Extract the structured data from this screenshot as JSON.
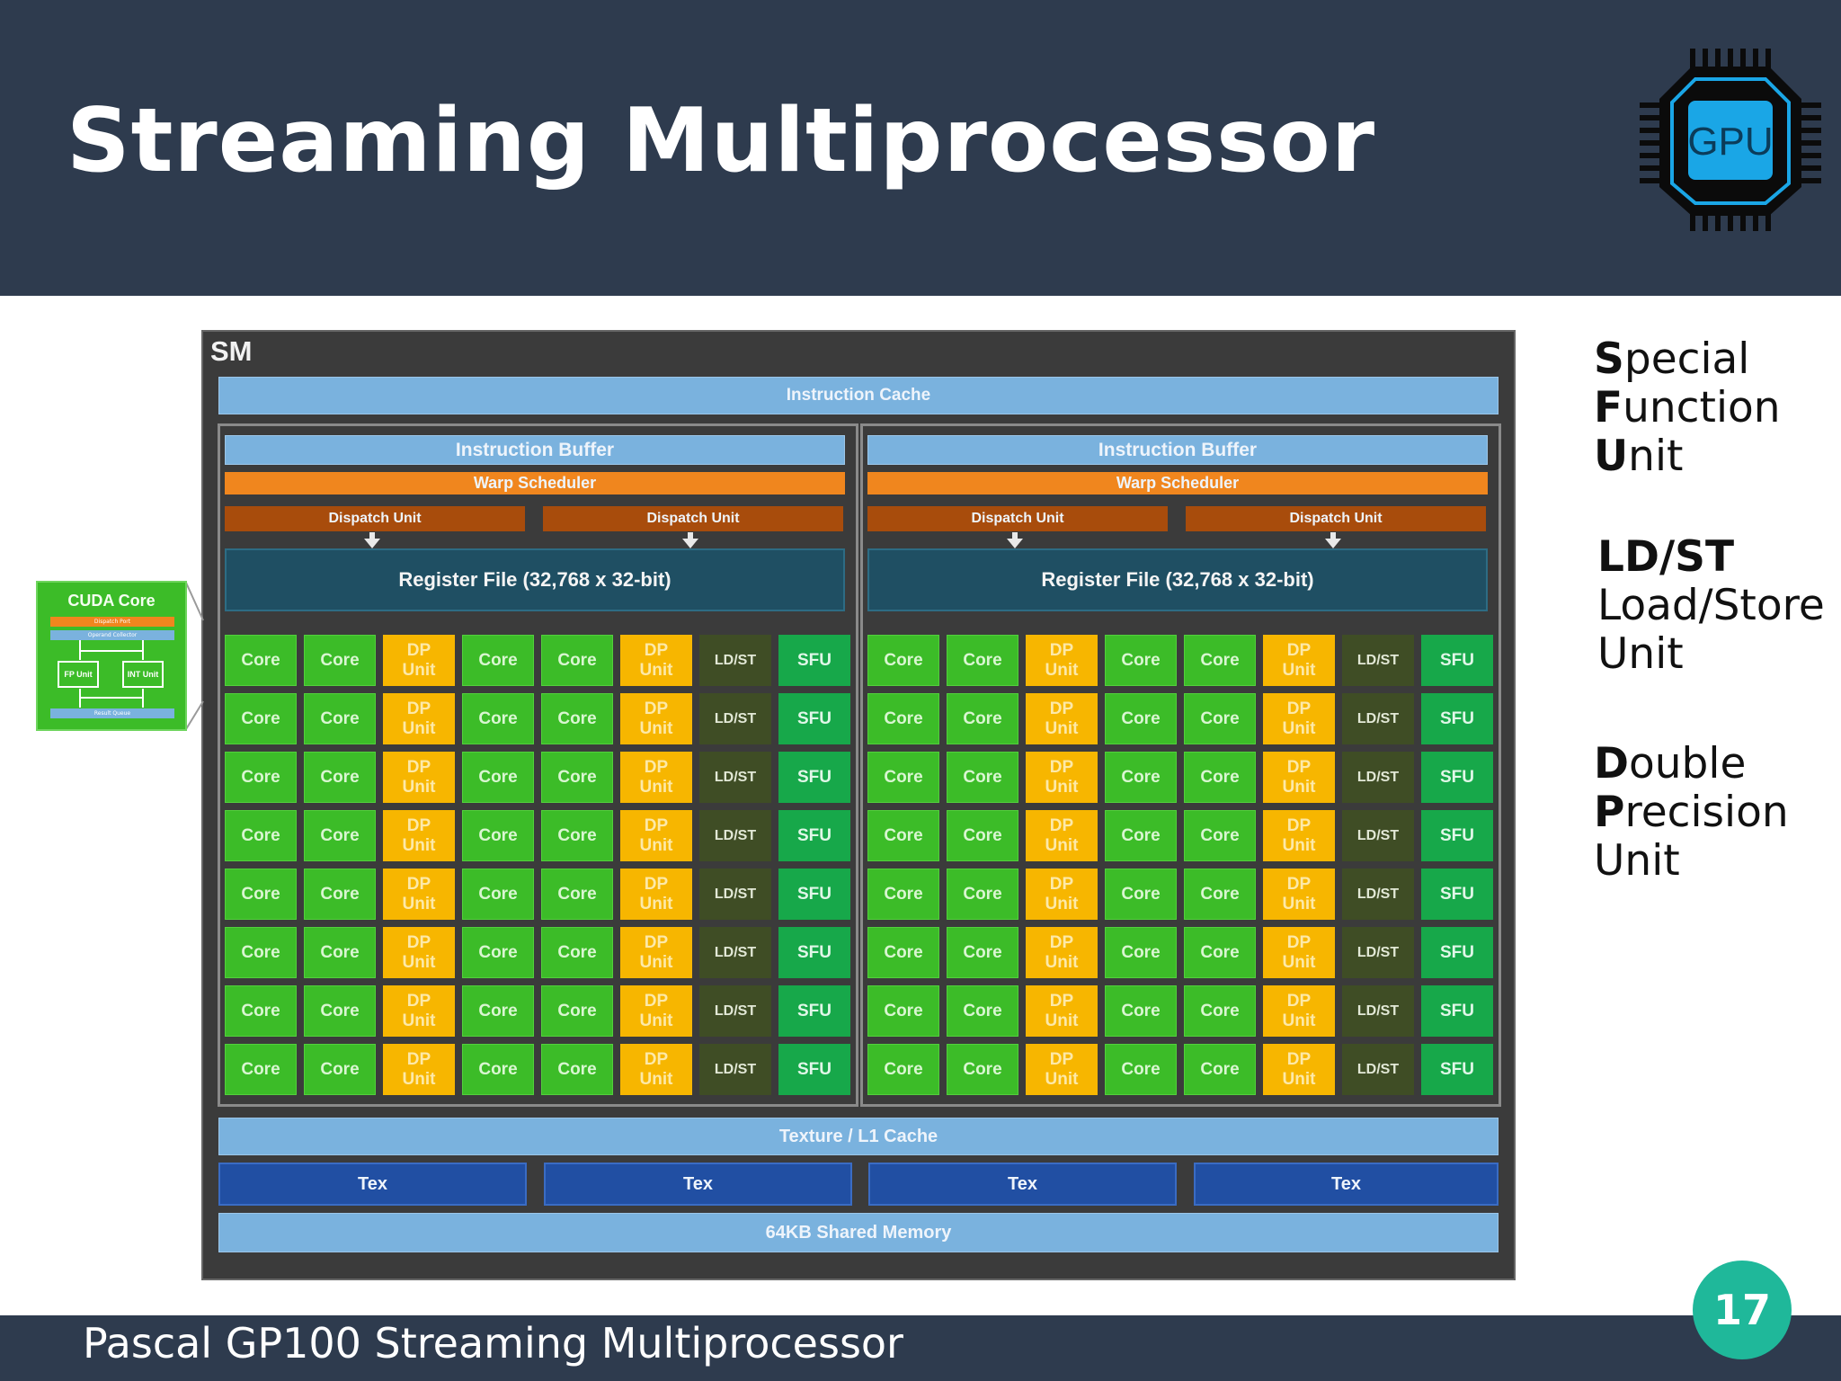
{
  "title": "Streaming Multiprocessor",
  "logo": {
    "text": "GPU",
    "color": "#1aa6e6"
  },
  "footer": {
    "caption": "Pascal GP100 Streaming Multiprocessor",
    "page_number": "17"
  },
  "diagram": {
    "sm_label": "SM",
    "instruction_cache": "Instruction Cache",
    "halves": [
      {
        "instruction_buffer": "Instruction Buffer",
        "warp_scheduler": "Warp Scheduler",
        "dispatch_units": [
          "Dispatch Unit",
          "Dispatch Unit"
        ],
        "register_file": "Register File (32,768 x 32-bit)"
      },
      {
        "instruction_buffer": "Instruction Buffer",
        "warp_scheduler": "Warp Scheduler",
        "dispatch_units": [
          "Dispatch Unit",
          "Dispatch Unit"
        ],
        "register_file": "Register File (32,768 x 32-bit)"
      }
    ],
    "unit_row": [
      "Core",
      "Core",
      "DP Unit",
      "Core",
      "Core",
      "DP Unit",
      "LD/ST",
      "SFU"
    ],
    "rows_per_half": 8,
    "texture_cache": "Texture / L1 Cache",
    "tex_units": [
      "Tex",
      "Tex",
      "Tex",
      "Tex"
    ],
    "shared_memory": "64KB Shared Memory",
    "cuda_core": {
      "title": "CUDA Core",
      "dispatch_port": "Dispatch Port",
      "operand_collector": "Operand Collector",
      "fp_unit": "FP Unit",
      "int_unit": "INT Unit",
      "result_queue": "Result Queue"
    }
  },
  "legend": [
    {
      "lines": [
        {
          "bold": "S",
          "rest": "pecial"
        },
        {
          "bold": "F",
          "rest": "unction"
        },
        {
          "bold": "U",
          "rest": "nit"
        }
      ]
    },
    {
      "lines": [
        {
          "bold": "LD/ST",
          "rest": ""
        },
        {
          "bold": "",
          "rest": "Load/Store"
        },
        {
          "bold": "",
          "rest": "Unit"
        }
      ]
    },
    {
      "lines": [
        {
          "bold": "D",
          "rest": "ouble"
        },
        {
          "bold": "P",
          "rest": "recision"
        },
        {
          "bold": "",
          "rest": "Unit"
        }
      ]
    }
  ]
}
